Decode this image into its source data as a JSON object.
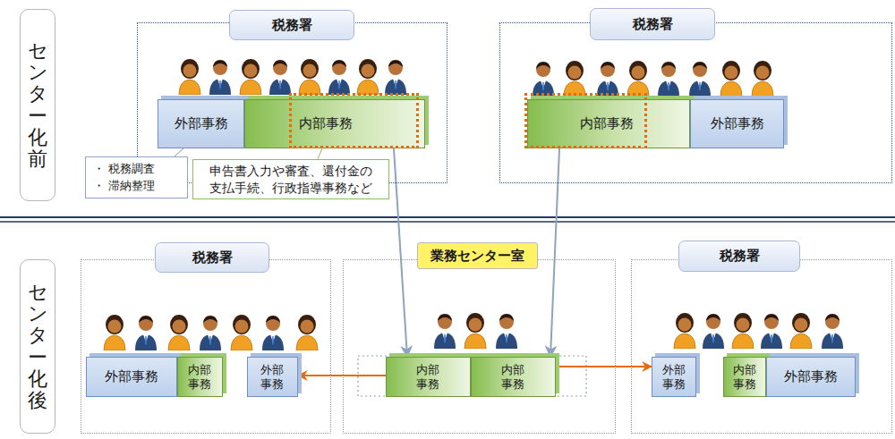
{
  "diagram": {
    "nodes": [
      {
        "text": [
          "センター化前"
        ]
      },
      {
        "text": [
          "税務署"
        ]
      },
      {
        "text": [
          "外部事務"
        ],
        "in": 1
      },
      {
        "text": [
          "内部事務"
        ],
        "in": 1
      },
      {
        "text": [
          "・ 税務調査",
          "・ 滞納整理"
        ]
      },
      {
        "text": [
          "申告書入力や審査、還付金の支払手続、行政指導事務など"
        ]
      },
      {
        "text": [
          "税務署"
        ]
      },
      {
        "text": [
          "内部事務"
        ],
        "in": 6
      },
      {
        "text": [
          "外部事務"
        ],
        "in": 6
      },
      {
        "text": [
          "センター化後"
        ]
      },
      {
        "text": [
          "税務署"
        ]
      },
      {
        "text": [
          "外部事務"
        ],
        "in": 10
      },
      {
        "text": [
          "内部事務"
        ],
        "in": 10
      },
      {
        "text": [
          "外部事務"
        ],
        "in": 10
      },
      {
        "text": [
          "業務センター室"
        ]
      },
      {
        "text": [
          "内部事務"
        ],
        "in": 14
      },
      {
        "text": [
          "内部事務"
        ],
        "in": 14
      },
      {
        "text": [
          "税務署"
        ]
      },
      {
        "text": [
          "外部事務"
        ],
        "in": 17
      },
      {
        "text": [
          "内部事務"
        ],
        "in": 17
      },
      {
        "text": [
          "外部事務"
        ],
        "in": 17
      }
    ],
    "edges": [
      {
        "from": 4,
        "to": 2,
        "arrow": "none"
      },
      {
        "from": 5,
        "to": 3,
        "arrow": "none"
      },
      {
        "from": 3,
        "to": 15,
        "arrow": "to"
      },
      {
        "from": 7,
        "to": 16,
        "arrow": "to"
      },
      {
        "from": 15,
        "to": 13,
        "arrow": "to"
      },
      {
        "from": 16,
        "to": 18,
        "arrow": "to"
      }
    ]
  }
}
